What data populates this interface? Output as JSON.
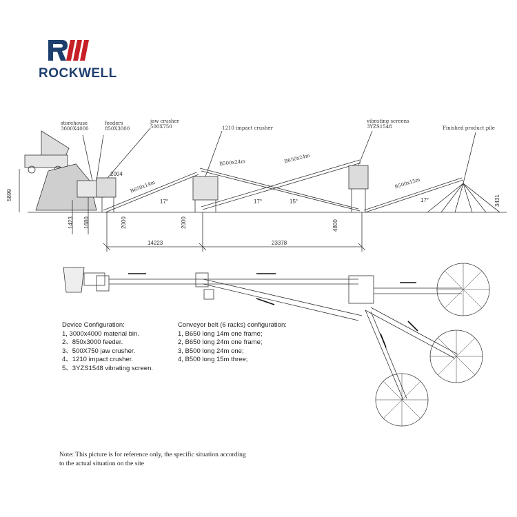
{
  "brand": {
    "name": "ROCKWELL",
    "logo_color": "#1d3f6e",
    "accent_color": "#c62026"
  },
  "elevation_labels": {
    "storehouse": "storehouse",
    "storehouse_size": "3000X4000",
    "feeders": "feeders",
    "feeders_size": "850X3000",
    "jaw_crusher": "jaw crusher",
    "jaw_crusher_size": "500X750",
    "impact_crusher": "1210 impact crusher",
    "vibrating_screens": "vibrating screens",
    "vibrating_screens_model": "3YZS1548",
    "finished_pile": "Finished product pile",
    "belt_1": "B650x14m",
    "belt_2": "B500x24m",
    "belt_3": "B650x24m",
    "belt_4": "B500x15m"
  },
  "dimensions": {
    "height_total": "5899",
    "h_1423": "1423",
    "h_1680": "1680",
    "h_2000_a": "2000",
    "h_2000_b": "2000",
    "h_4800": "4800",
    "h_3431": "3431",
    "h_2004": "2004",
    "span_1": "14223",
    "span_2": "23378",
    "angle_1": "17°",
    "angle_2": "17°",
    "angle_3": "15°",
    "angle_4": "17°"
  },
  "device_config": {
    "title": "Device Configuration:",
    "items": [
      "1, 3000x4000 material bin.",
      "2、850x3000 feeder.",
      "3、500X750 jaw crusher.",
      "4、1210 impact crusher.",
      "5、3YZS1548 vibrating screen."
    ]
  },
  "conveyor_config": {
    "title": "Conveyor belt (6 racks) configuration:",
    "items": [
      "1, B650 long 14m one frame;",
      "2, B650 long 24m one frame;",
      "3, B500 long 24m one;",
      "4, B500 long 15m three;"
    ]
  },
  "note": {
    "line1": "Note: This picture is for reference only, the specific situation according",
    "line2": "to the actual situation on the site"
  }
}
